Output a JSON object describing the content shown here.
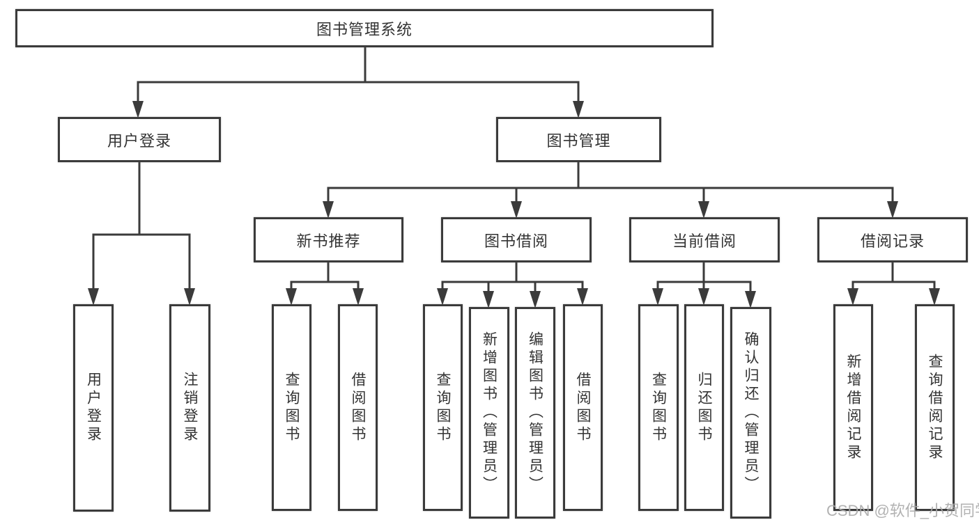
{
  "diagram": {
    "type": "tree",
    "colors": {
      "line": "#3b3b3b",
      "box_border": "#3b3b3b",
      "text": "#333333",
      "background": "#ffffff",
      "watermark": "#aaaaaa"
    },
    "root": {
      "label": "图书管理系统",
      "children": [
        {
          "label": "用户登录",
          "children": [
            {
              "label": "用户登录"
            },
            {
              "label": "注销登录"
            }
          ]
        },
        {
          "label": "图书管理",
          "children": [
            {
              "label": "新书推荐",
              "children": [
                {
                  "label": "查询图书"
                },
                {
                  "label": "借阅图书"
                }
              ]
            },
            {
              "label": "图书借阅",
              "children": [
                {
                  "label": "查询图书"
                },
                {
                  "label": "新增图书（管理员）"
                },
                {
                  "label": "编辑图书（管理员）"
                },
                {
                  "label": "借阅图书"
                }
              ]
            },
            {
              "label": "当前借阅",
              "children": [
                {
                  "label": "查询图书"
                },
                {
                  "label": "归还图书"
                },
                {
                  "label": "确认归还（管理员）"
                }
              ]
            },
            {
              "label": "借阅记录",
              "children": [
                {
                  "label": "新增借阅记录"
                },
                {
                  "label": "查询借阅记录"
                }
              ]
            }
          ]
        }
      ]
    },
    "watermark": "CSDN @软件_小贺同学"
  }
}
